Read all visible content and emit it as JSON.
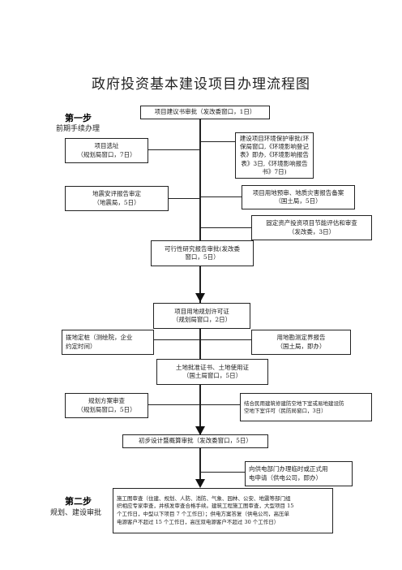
{
  "title": "政府投资基本建设项目办理流程图",
  "step1": {
    "label": "第一步",
    "sub": "前期手续办理"
  },
  "step2": {
    "label": "第二步",
    "sub": "规划、建设审批"
  },
  "boxes": {
    "b1": "项目建议书审批（发改委窗口，1日）",
    "b2": "项目选址\n（规划局窗口，7日）",
    "b3": "建设项目环境保护审批(环\n保局窗口,《环境影响登记\n表》即办,《环境影响报告\n表》3日,《环境影响报告\n书》7日)",
    "b4": "地震安评报告审定\n（地震局，5日）",
    "b5": "项目用地预审、地质灾害报告备案\n（国土局，5日）",
    "b6": "固定资产投资项目节能评估和审查\n（发改委，3日）",
    "b7": "可行性研究报告审批(发改委\n窗口，5日）",
    "b8": "项目用地规划许可证\n（规划局窗口，2日）",
    "b9": "拨地定桩（测绘院，企业\n约定时间）",
    "b10": "用地勘测定界报告\n（国土局，即办）",
    "b11": "土地批准证书、土地使用证\n（国土局窗口，5日）",
    "b12": "规划方案审查\n（规划局窗口，5日）",
    "b13": "结合民用建筑修建防空地下室或易地建设防\n空地下室许可（民防局窗口，3日）",
    "b14": "初步设计暨概算审批（发改委窗口，5日）",
    "b15": "向供电部门办理临时或正式用\n电申请（供电公司，即办）",
    "b16": "施工图审查（住建、规划、人防、消防、气象、园林、公安、地震等部门组\n织相应专家审查，并核发审查合格手续。建筑工程施工图审查，大型项目 15\n个工作日，中型以下项目 7 个工作日）；供电方案答复（供电公司，高压单\n电源客户不超过 15 个工作日，高压双电源客户不超过 30 个工作日）"
  }
}
